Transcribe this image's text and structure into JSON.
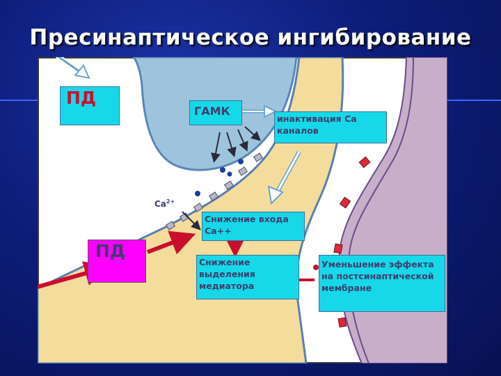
{
  "slide": {
    "title": "Пресинаптическое ингибирование"
  },
  "diagram": {
    "pd_top": "ПД",
    "gamk": "ГАМК",
    "inactivation": [
      "инактивация Са",
      "каналов"
    ],
    "pd_magenta": "ПД",
    "ca_label": "Ca",
    "ca_superscript": "2+",
    "ca_entry": [
      "Снижение входа",
      "Са++"
    ],
    "mediator": [
      "Снижение",
      "выделения",
      "медиатора"
    ],
    "effect": [
      "Уменьшение эффекта",
      "на постсинаптической",
      "мембране"
    ]
  },
  "colors": {
    "background": "#0d1d7a",
    "accent_line": "#3c66ff",
    "cyan_label": "#17d8e9",
    "magenta_label": "#ff00ff",
    "axon_terminal": "#f4dc9c",
    "presynaptic_ending": "#9dc4dc",
    "postsynaptic_membrane": "#c7aec9",
    "arrow_red": "#c8102e"
  }
}
